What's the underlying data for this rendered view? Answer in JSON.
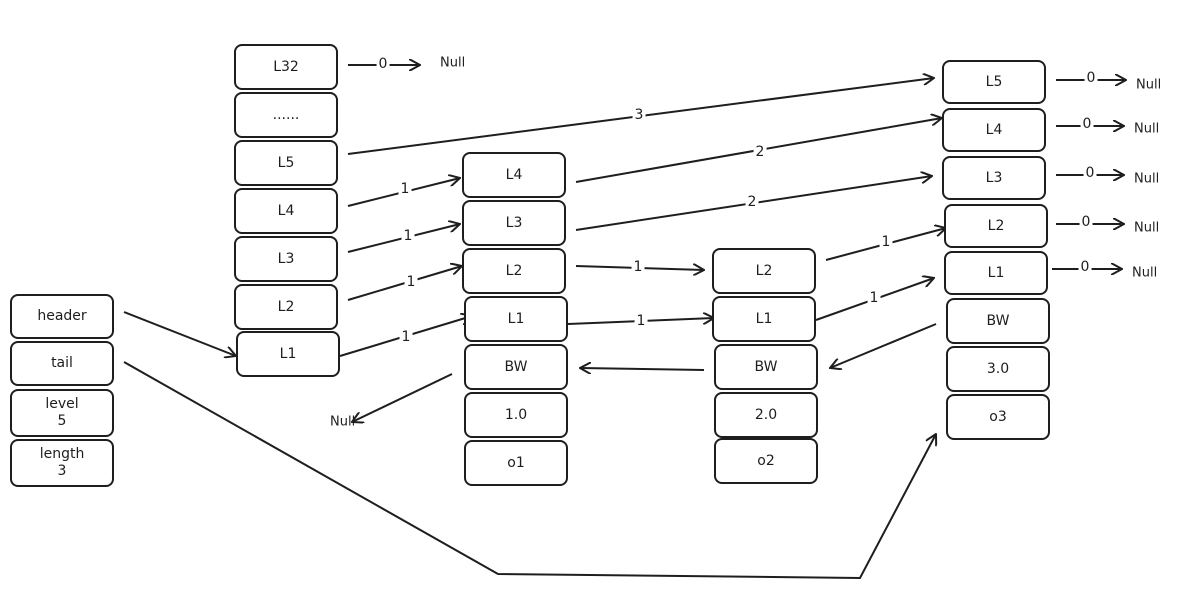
{
  "header_struct": {
    "header": "header",
    "tail": "tail",
    "level": "level\n5",
    "length": "length\n3"
  },
  "head_node": {
    "levels": [
      "L32",
      "......",
      "L5",
      "L4",
      "L3",
      "L2",
      "L1"
    ]
  },
  "node1": {
    "levels": [
      "L4",
      "L3",
      "L2",
      "L1"
    ],
    "backward": "BW",
    "score": "1.0",
    "member": "o1"
  },
  "node2": {
    "levels": [
      "L2",
      "L1"
    ],
    "backward": "BW",
    "score": "2.0",
    "member": "o2"
  },
  "node3": {
    "levels": [
      "L5",
      "L4",
      "L3",
      "L2",
      "L1"
    ],
    "backward": "BW",
    "score": "3.0",
    "member": "o3"
  },
  "spans": {
    "head_l32": "0",
    "head_l5": "3",
    "head_l4": "1",
    "head_l3": "1",
    "head_l2": "1",
    "head_l1": "1",
    "n1_l4": "2",
    "n1_l3": "2",
    "n1_l2": "1",
    "n1_l1": "1",
    "n2_l2": "1",
    "n2_l1": "1",
    "n3_l5": "0",
    "n3_l4": "0",
    "n3_l3": "0",
    "n3_l2": "0",
    "n3_l1": "0"
  },
  "null_label": "Null"
}
